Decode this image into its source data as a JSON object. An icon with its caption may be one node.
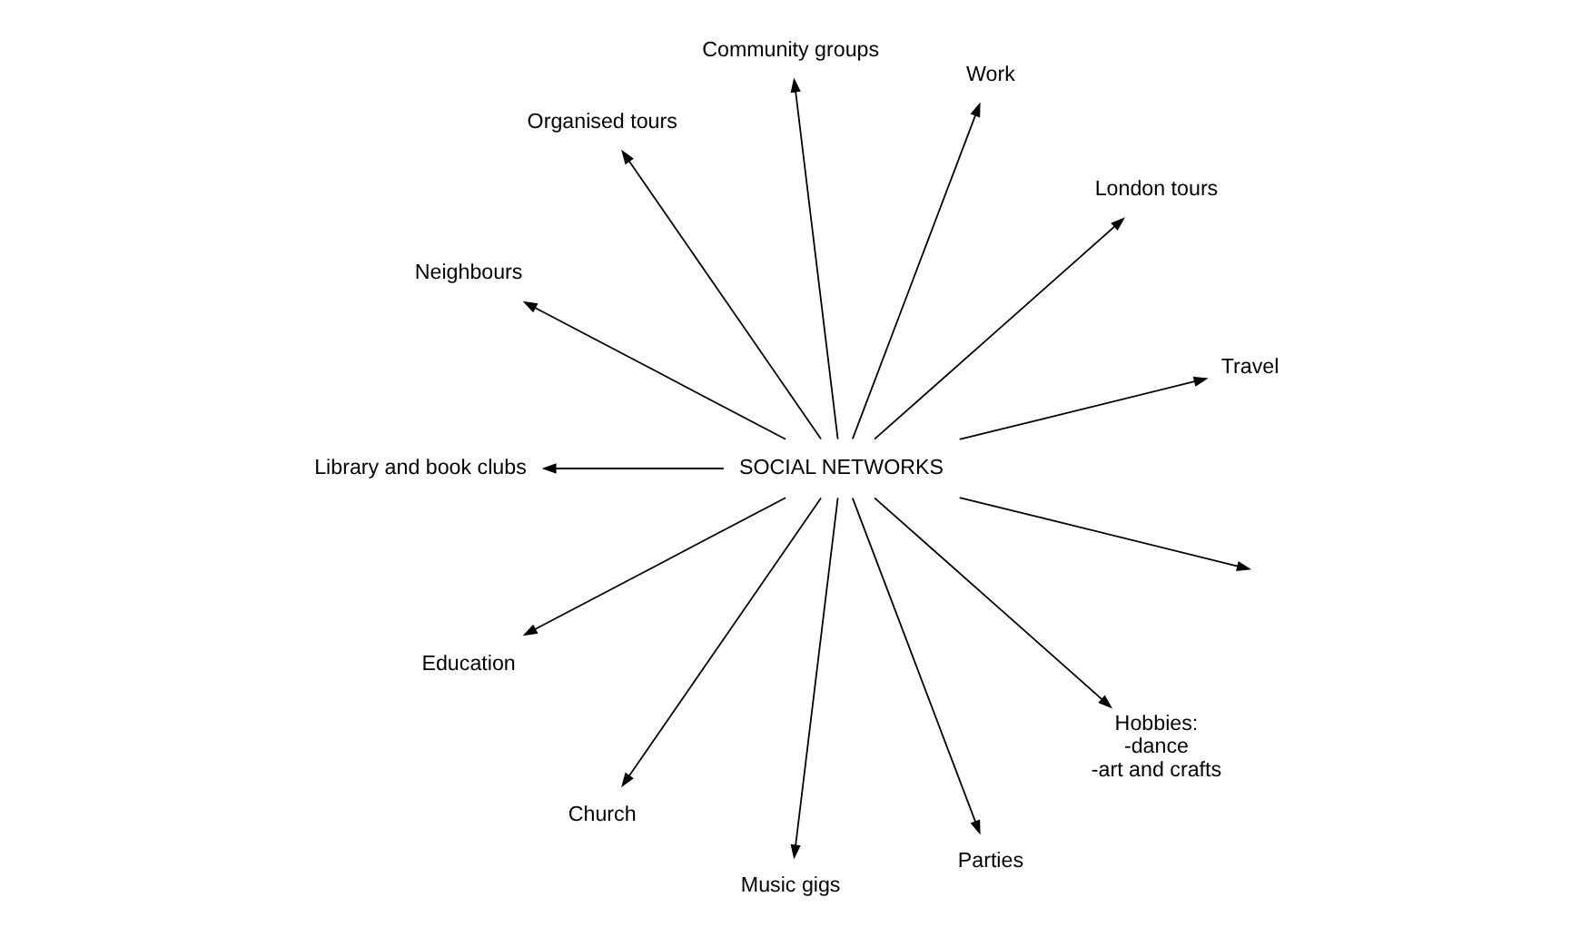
{
  "diagram": {
    "nodes": [
      {
        "text": [
          "SOCIAL NETWORKS"
        ]
      },
      {
        "text": [
          "Travel"
        ]
      },
      {
        "text": [
          "London tours"
        ]
      },
      {
        "text": [
          "Work"
        ]
      },
      {
        "text": [
          "Community groups"
        ]
      },
      {
        "text": [
          "Organised tours"
        ]
      },
      {
        "text": [
          "Neighbours"
        ]
      },
      {
        "text": [
          "Library and book clubs"
        ]
      },
      {
        "text": [
          "Education"
        ]
      },
      {
        "text": [
          "Church"
        ]
      },
      {
        "text": [
          "Music gigs"
        ]
      },
      {
        "text": [
          "Parties"
        ]
      },
      {
        "text": [
          "Hobbies:",
          "-dance",
          "-art and crafts"
        ]
      }
    ],
    "edges": [
      {
        "from": 0,
        "to": 1,
        "arrow": "to"
      },
      {
        "from": 0,
        "to": 2,
        "arrow": "to"
      },
      {
        "from": 0,
        "to": 3,
        "arrow": "to"
      },
      {
        "from": 0,
        "to": null,
        "arrow": "to"
      },
      {
        "from": 0,
        "to": 4,
        "arrow": "to"
      },
      {
        "from": 0,
        "to": 5,
        "arrow": "to"
      },
      {
        "from": 0,
        "to": 6,
        "arrow": "to"
      },
      {
        "from": 0,
        "to": 7,
        "arrow": "to"
      },
      {
        "from": 0,
        "to": 8,
        "arrow": "to"
      },
      {
        "from": 0,
        "to": 9,
        "arrow": "to"
      },
      {
        "from": 0,
        "to": 10,
        "arrow": "to"
      },
      {
        "from": 0,
        "to": 11,
        "arrow": "to"
      },
      {
        "from": 0,
        "to": 12,
        "arrow": "to"
      }
    ]
  }
}
